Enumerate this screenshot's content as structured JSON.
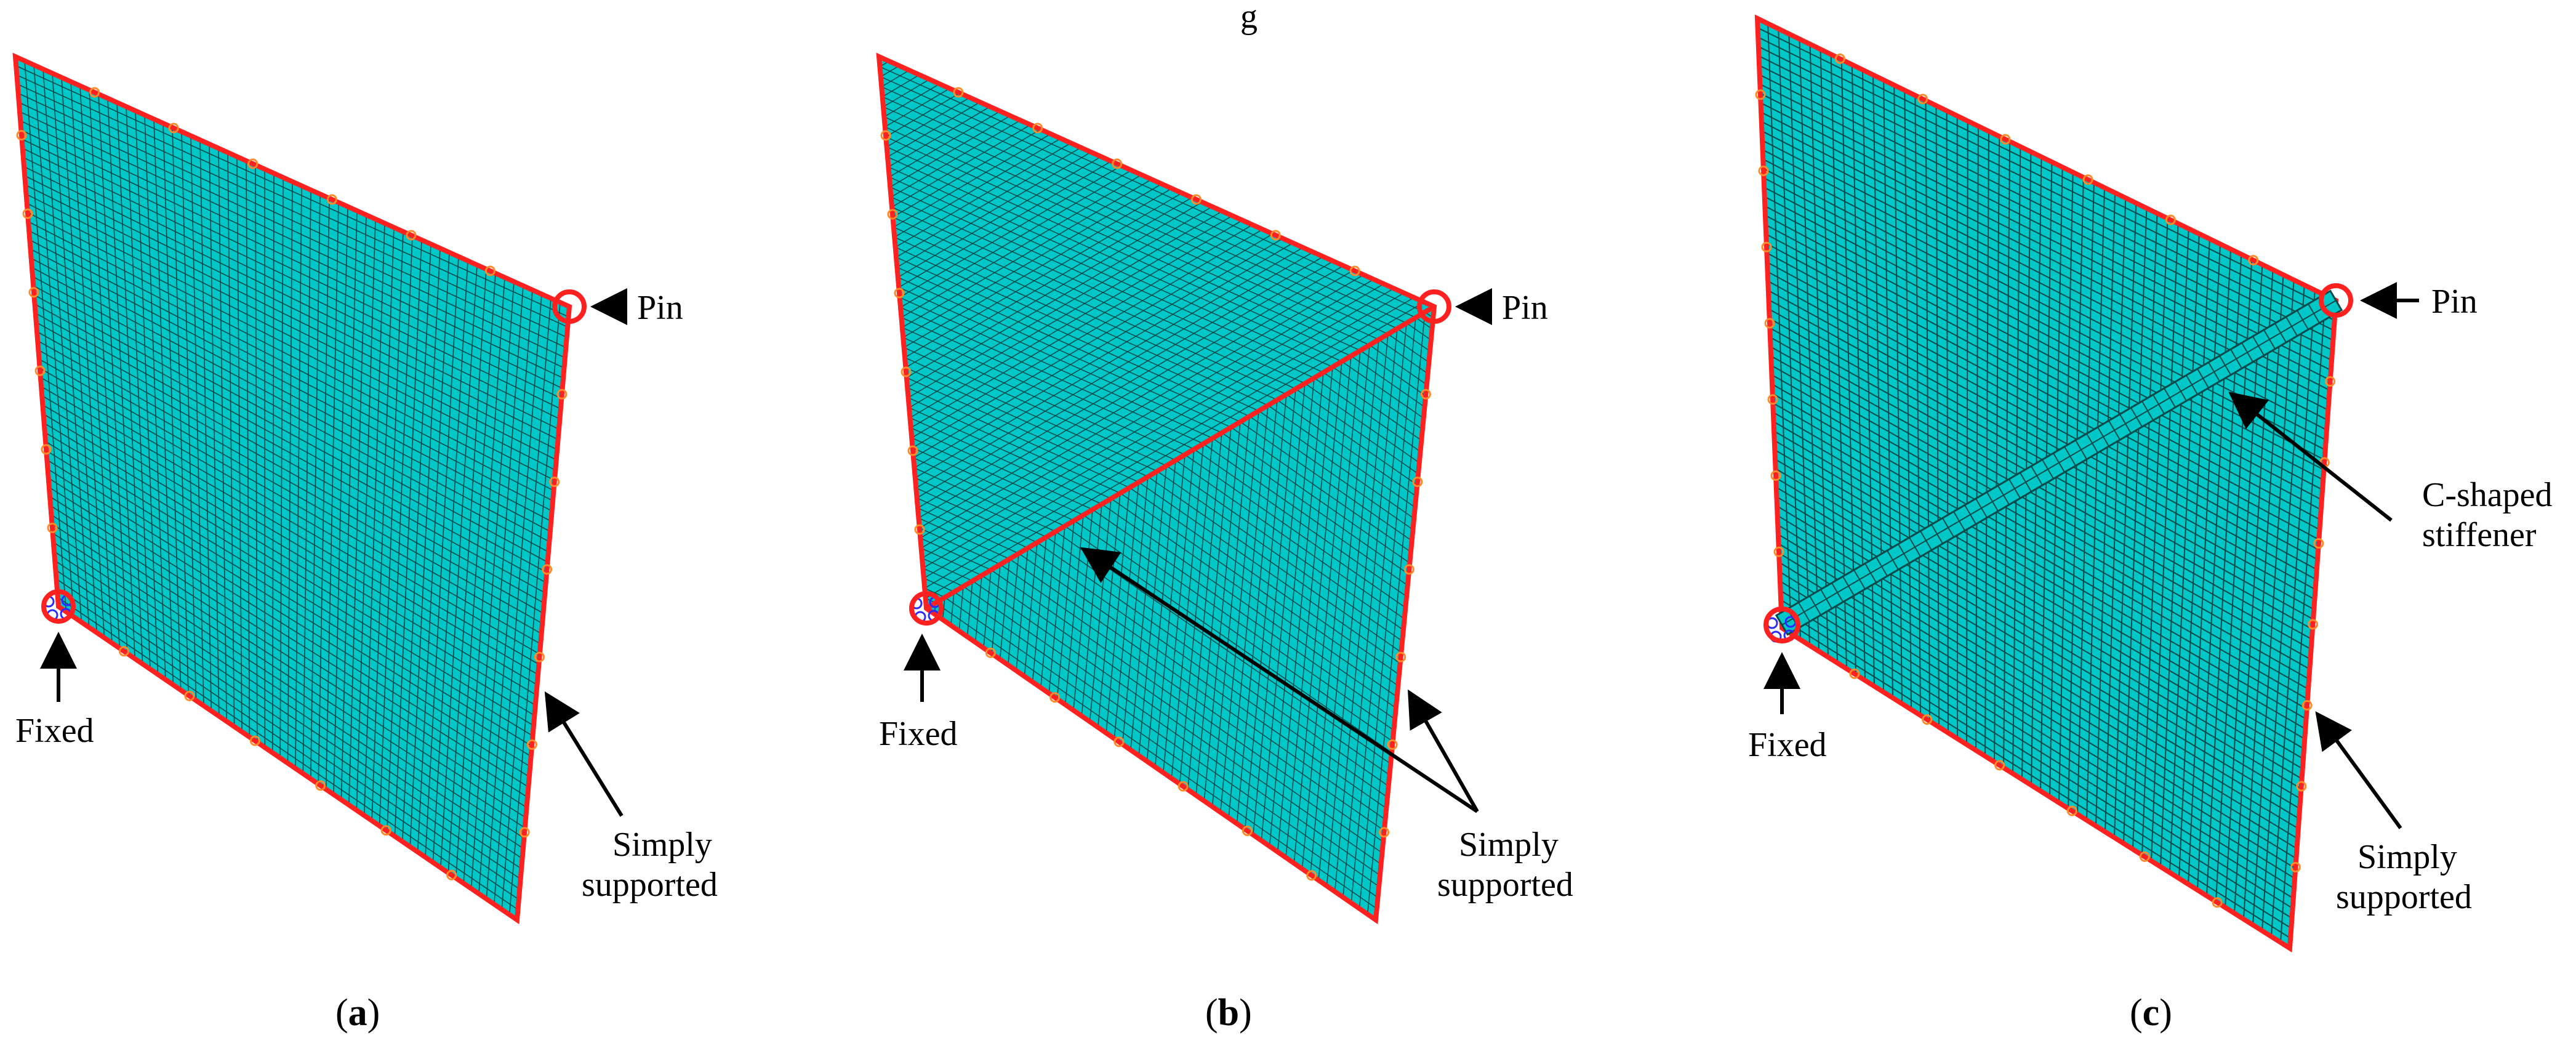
{
  "colors": {
    "panel_fill": "#00c8c8",
    "mesh_line": "#0b4a4a",
    "edge": "#ff2020",
    "support_marker": "#ff8a2a",
    "fixed_marker": "#2b2bff",
    "arrow": "#000000"
  },
  "top_fragment": "g",
  "panels": [
    {
      "id": "a",
      "caption_open": "(",
      "caption_letter": "a",
      "caption_close": ")",
      "label_pin": "Pin",
      "label_fixed": "Fixed",
      "label_simply_line1": "Simply",
      "label_simply_line2": "supported"
    },
    {
      "id": "b",
      "caption_open": "(",
      "caption_letter": "b",
      "caption_close": ")",
      "label_pin": "Pin",
      "label_fixed": "Fixed",
      "label_simply_line1": "Simply",
      "label_simply_line2": "supported"
    },
    {
      "id": "c",
      "caption_open": "(",
      "caption_letter": "c",
      "caption_close": ")",
      "label_pin": "Pin",
      "label_fixed": "Fixed",
      "label_simply_line1": "Simply",
      "label_simply_line2": "supported",
      "label_stiffener_line1": "C-shaped",
      "label_stiffener_line2": "stiffener"
    }
  ]
}
